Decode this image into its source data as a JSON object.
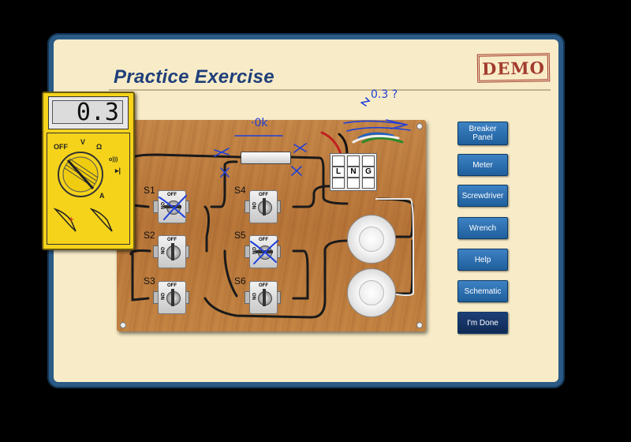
{
  "header": {
    "title": "Practice Exercise",
    "stamp": "DEMO"
  },
  "meter": {
    "reading": "0.3",
    "labels": {
      "off": "OFF",
      "volts": "V",
      "ohms": "Ω",
      "amps": "A",
      "continuity": "o)))",
      "diode": "▸|"
    }
  },
  "switches": [
    {
      "label": "S1",
      "off_text": "OFF",
      "on_text": "ON",
      "marked": true
    },
    {
      "label": "S2",
      "off_text": "OFF",
      "on_text": "ON",
      "marked": false
    },
    {
      "label": "S3",
      "off_text": "OFF",
      "on_text": "ON",
      "marked": false
    },
    {
      "label": "S4",
      "off_text": "OFF",
      "on_text": "ON",
      "marked": false
    },
    {
      "label": "S5",
      "off_text": "OFF",
      "on_text": "ON",
      "marked": true
    },
    {
      "label": "S6",
      "off_text": "OFF",
      "on_text": "ON",
      "marked": false
    }
  ],
  "junction": {
    "top": [
      "",
      "",
      ""
    ],
    "mid": [
      "L",
      "N",
      "G"
    ]
  },
  "annotations": {
    "ok": "·0k",
    "top": "0.3 ?"
  },
  "buttons": {
    "breaker": "Breaker Panel",
    "meter": "Meter",
    "screwdriver": "Screwdriver",
    "wrench": "Wrench",
    "help": "Help",
    "schematic": "Schematic",
    "done": "I'm Done"
  },
  "colors": {
    "frame": "#2a5a85",
    "panel": "#f8ecc8",
    "title": "#1f3f7a",
    "button": "#2a6eb0",
    "meter": "#f4d31a",
    "annotation": "#2040d8"
  }
}
